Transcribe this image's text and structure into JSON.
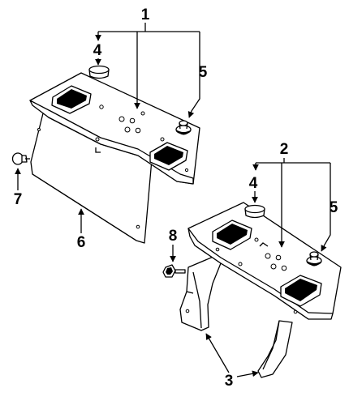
{
  "diagram": {
    "callouts": {
      "c1": "1",
      "c2": "2",
      "c3": "3",
      "c4a": "4",
      "c4b": "4",
      "c5a": "5",
      "c5b": "5",
      "c6": "6",
      "c7": "7",
      "c8": "8"
    }
  }
}
